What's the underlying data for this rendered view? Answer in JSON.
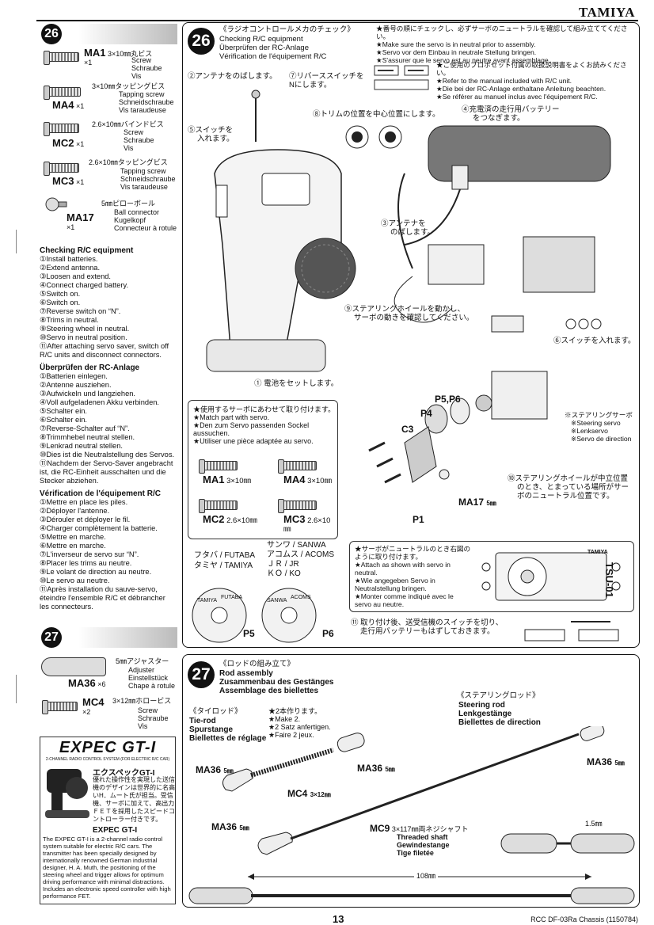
{
  "brand": "TAMIYA",
  "page_number": "13",
  "footer_code": "RCC DF-03Ra Chassis (1150784)",
  "left": {
    "step26_num": "26",
    "parts": [
      {
        "code": "MA1",
        "qty": "×1",
        "size_jp": "3×10㎜丸ビス",
        "names": [
          "Screw",
          "Schraube",
          "Vis"
        ]
      },
      {
        "code": "MA4",
        "qty": "×1",
        "size_jp": "3×10㎜タッピングビス",
        "names": [
          "Tapping screw",
          "Schneidschraube",
          "Vis taraudeuse"
        ]
      },
      {
        "code": "MC2",
        "qty": "×1",
        "size_jp": "2.6×10㎜バインドビス",
        "names": [
          "Screw",
          "Schraube",
          "Vis"
        ]
      },
      {
        "code": "MC3",
        "qty": "×1",
        "size_jp": "2.6×10㎜タッピングビス",
        "names": [
          "Tapping screw",
          "Schneidschraube",
          "Vis taraudeuse"
        ]
      },
      {
        "code": "MA17",
        "qty": "×1",
        "size_jp": "5㎜ピローボール",
        "names": [
          "Ball connector",
          "Kugelkopf",
          "Connecteur à rotule"
        ]
      }
    ],
    "en_title": "Checking R/C equipment",
    "en_steps": [
      "①Install batteries.",
      "②Extend antenna.",
      "③Loosen and extend.",
      "④Connect charged battery.",
      "⑤Switch on.",
      "⑥Switch on.",
      "⑦Reverse switch on “N”.",
      "⑧Trims in neutral.",
      "⑨Steering wheel in neutral.",
      "⑩Servo in neutral position.",
      "⑪After attaching servo saver, switch off R/C units and disconnect connectors."
    ],
    "de_title": "Überprüfen der RC-Anlage",
    "de_steps": [
      "①Batterien einlegen.",
      "②Antenne ausziehen.",
      "③Aufwickeln und langziehen.",
      "④Voll aufgeladenen Akku verbinden.",
      "⑤Schalter ein.",
      "⑥Schalter ein.",
      "⑦Reverse-Schalter auf “N”.",
      "⑧Trimmhebel neutral stellen.",
      "⑨Lenkrad neutral stellen.",
      "⑩Dies ist die Neutralstellung des Servos.",
      "⑪Nachdem der Servo-Saver angebracht ist, die RC-Einheit ausschalten und die Stecker abziehen."
    ],
    "fr_title": "Vérification de l'équipement R/C",
    "fr_steps": [
      "①Mettre en place les piles.",
      "②Déployer l'antenne.",
      "③Dérouler et déployer le fil.",
      "④Charger complètement la batterie.",
      "⑤Mettre en marche.",
      "⑥Mettre en marche.",
      "⑦L'inverseur de servo sur “N”.",
      "⑧Placer les trims au neutre.",
      "⑨Le volant de direction au neutre.",
      "⑩Le servo au neutre.",
      "⑪Après installation du sauve-servo, éteindre l'ensemble R/C et débrancher les connecteurs."
    ],
    "step27_num": "27",
    "parts27": [
      {
        "code": "MA36",
        "qty": "×6",
        "size_jp": "5㎜アジャスター",
        "names": [
          "Adjuster",
          "Einstellstück",
          "Chape à rotule"
        ]
      },
      {
        "code": "MC4",
        "qty": "×2",
        "size_jp": "3×12㎜ホロービス",
        "names": [
          "Screw",
          "Schraube",
          "Vis"
        ]
      }
    ],
    "expec": {
      "logo": "EXPEC GT-I",
      "logo_sub": "2-CHANNEL RADIO CONTROL SYSTEM (FOR ELECTRIC R/C CAR)",
      "jp_title": "エクスペックGT-I",
      "jp_text": "優れた操作性を実現した送信機のデザインは世界的に名高いH．ムート氏が担当。受信機、サーボに加えて、高出力ＦＥＴを採用したスピードコントローラー付きです。",
      "en_title": "EXPEC GT-I",
      "en_text": "The EXPEC GT-I is a 2-channel radio control system suitable for electric R/C cars. The transmitter has been specially designed by internationally renowned German industrial designer, H. A. Muth, the positioning of the steering wheel and trigger allows for optimum driving performance with minimal distractions. Includes an electronic speed controller with high performance FET."
    }
  },
  "step26": {
    "num": "26",
    "jp_title": "《ラジオコントロールメカのチェック》",
    "titles": [
      "Checking R/C equipment",
      "Überprüfen der RC-Anlage",
      "Vérification de l'équipement R/C"
    ],
    "notes_top": [
      "★番号の順にチェックし、必ずサーボのニュートラルを確認して組み立ててください。",
      "★Make sure the servo is in neutral prior to assembly.",
      "★Servo vor dem Einbau in neutrale Stellung bringen.",
      "★S'assurer que le servo est au neutre avant assemblage."
    ],
    "notes_manual": [
      "★ご使用のプロポセット付属の取扱説明書をよくお読みください。",
      "★Refer to the manual included with R/C unit.",
      "★Die bei der RC-Anlage enthaltane Anleitung beachten.",
      "★Se référer au manuel inclus avec l'équipement R/C."
    ],
    "callouts": {
      "c2": "②アンテナをのばします。",
      "c7a": "⑦リバーススイッチを",
      "c7b": "Nにします。",
      "c8": "⑧トリムの位置を中心位置にします。",
      "c4a": "④充電済の走行用バッテリー",
      "c4b": "をつなぎます。",
      "c5a": "⑤スイッチを",
      "c5b": "入れます。",
      "c3a": "③アンテナを",
      "c3b": "のばします。",
      "c9a": "⑨ステアリングホイールを動かし、",
      "c9b": "サーボの動きを確認してください。",
      "c6": "⑥スイッチを入れます。",
      "c1": "① 電池をセットします。",
      "c10a": "⑩ステアリングホイールが中立位置",
      "c10b": "のとき、とまっている場所がサー",
      "c10c": "ボのニュートラル位置です。",
      "c11a": "⑪ 取り付け後、送受信機のスイッチを切り、",
      "c11b": "走行用バッテリーもはずしておきます。"
    },
    "servo_match": [
      "★使用するサーボにあわせて取り付けます。",
      "★Match part with servo.",
      "★Den zum Servo passenden Sockel aussuchen.",
      "★Utiliser une pièce adaptée au servo."
    ],
    "screws": [
      {
        "code": "MA1",
        "size": "3×10㎜"
      },
      {
        "code": "MA4",
        "size": "3×10㎜"
      },
      {
        "code": "MC2",
        "size": "2.6×10㎜"
      },
      {
        "code": "MC3",
        "size": "2.6×10㎜"
      }
    ],
    "brands_left": [
      [
        "フタバ",
        "FUTABA"
      ],
      [
        "タミヤ",
        "TAMIYA"
      ]
    ],
    "brands_right": [
      [
        "サンワ",
        "SANWA"
      ],
      [
        "アコムス",
        "ACOMS"
      ],
      [
        "ＪＲ",
        "JR"
      ],
      [
        "ＫＯ",
        "KO"
      ]
    ],
    "p5_label": "P5",
    "p6_label": "P6",
    "p5_ring": [
      "TAMIYA",
      "FUTABA"
    ],
    "p6_ring": [
      "SANWA",
      "ACOMS"
    ],
    "part_labels": {
      "p56": "P5,P6",
      "p4": "P4",
      "c3": "C3",
      "p1": "P1",
      "ma17": "MA17",
      "ma17_size": "5㎜"
    },
    "steering_servo": [
      "※ステアリングサーボ",
      "※Steering servo",
      "※Lenkservo",
      "※Servo de direction"
    ],
    "attach_notes": [
      "★サーボがニュートラルのとき右図のように取り付けます。",
      "★Attach as shown with servo in neutral.",
      "★Wie angegeben Servo in Neutralstellung bringen.",
      "★Monter comme indiqué avec le servo au neutre."
    ],
    "servo_label": "TSU-01",
    "servo_brand": "TAMIYA"
  },
  "step27": {
    "num": "27",
    "jp_title": "《ロッドの組み立て》",
    "titles": [
      "Rod assembly",
      "Zusammenbau des Gestänges",
      "Assemblage des biellettes"
    ],
    "tierod_jp": "《タイロッド》",
    "tierod": [
      "Tie-rod",
      "Spurstange",
      "Biellettes de réglage"
    ],
    "make2": [
      "★2本作ります。",
      "★Make 2.",
      "★2 Satz anfertigen.",
      "★Faire 2 jeux."
    ],
    "steering_jp": "《ステアリングロッド》",
    "steering": [
      "Steering rod",
      "Lenkgestänge",
      "Biellettes de direction"
    ],
    "labels": {
      "ma36": "MA36",
      "ma36_size": "5㎜",
      "mc4": "MC4",
      "mc4_size": "3×12㎜",
      "mc9": "MC9",
      "mc9_desc": "3×117㎜両ネジシャフト",
      "mc9_names": [
        "Threaded shaft",
        "Gewindestange",
        "Tige filetée"
      ],
      "gap": "1.5㎜",
      "length": "108㎜"
    }
  },
  "colors": {
    "ink": "#111111",
    "grey": "#bbbbbb",
    "accent": "#555555"
  }
}
